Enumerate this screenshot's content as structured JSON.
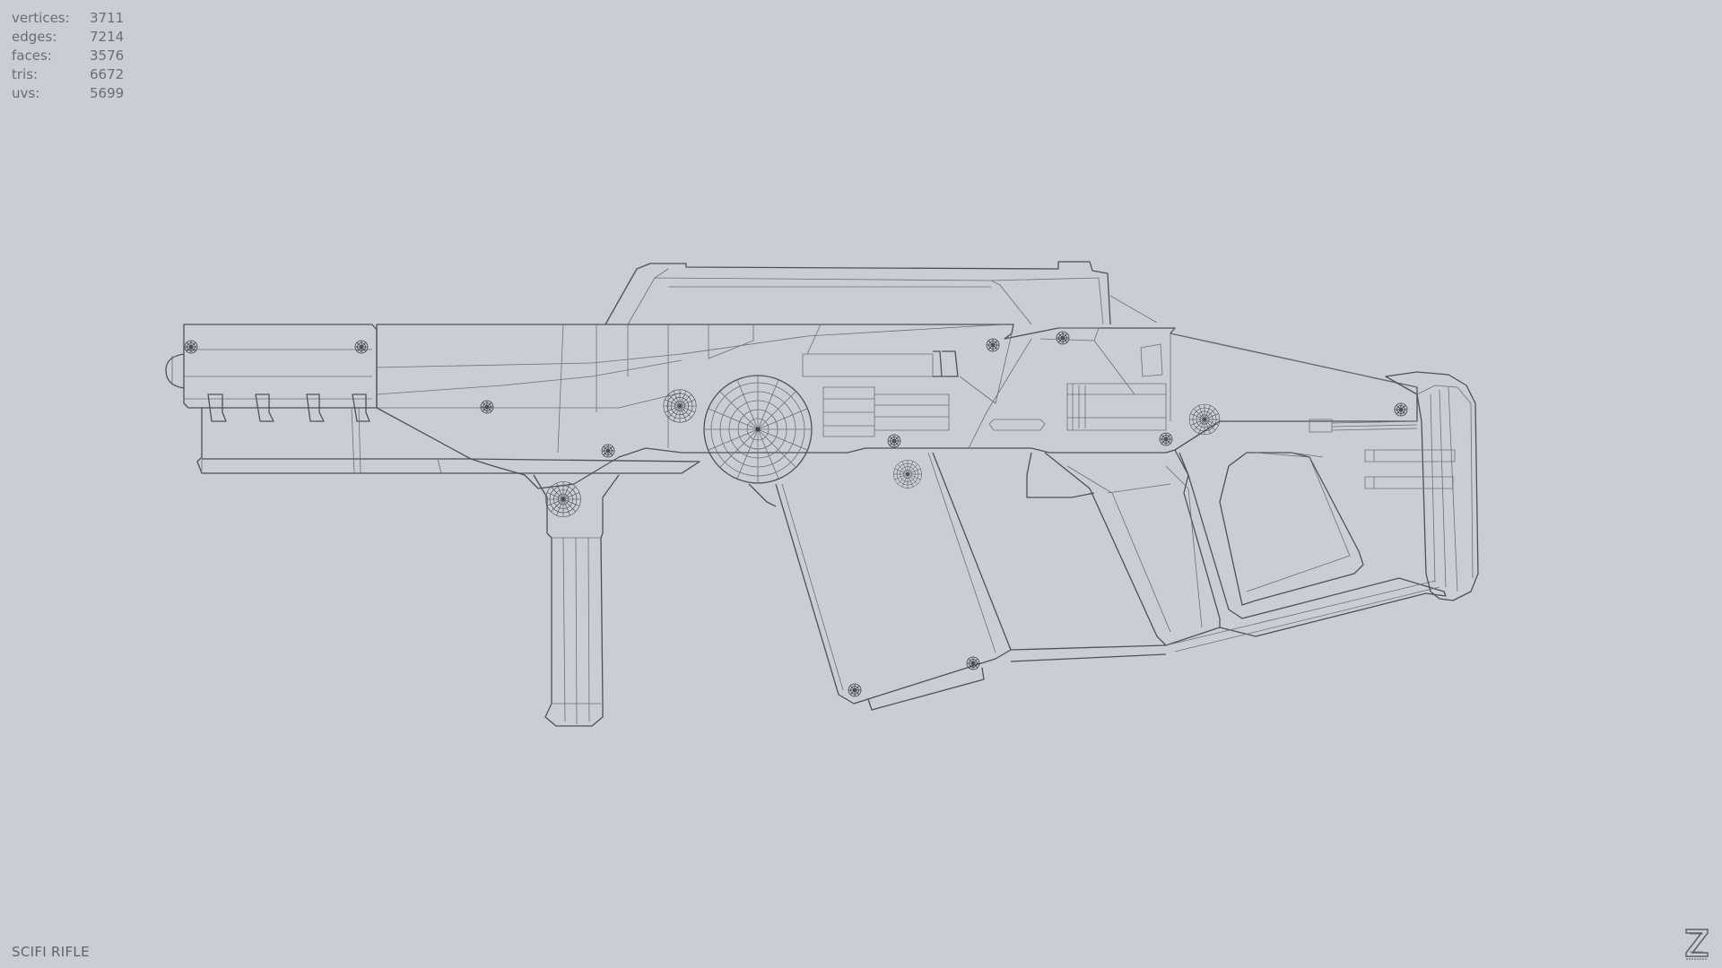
{
  "stats": {
    "rows": [
      {
        "label": "vertices:",
        "value": "3711"
      },
      {
        "label": "edges:",
        "value": "7214"
      },
      {
        "label": "faces:",
        "value": "3576"
      },
      {
        "label": "tris:",
        "value": "6672"
      },
      {
        "label": "uvs:",
        "value": "5699"
      }
    ]
  },
  "viewport": {
    "render_mode": "wireframe",
    "background_color": "#c9cdd5",
    "wire_color": "#4d525a",
    "model": "scifi-rifle"
  },
  "footer": {
    "model_title": "SCIFI RIFLE",
    "logo_icon": "z-logo-icon"
  }
}
